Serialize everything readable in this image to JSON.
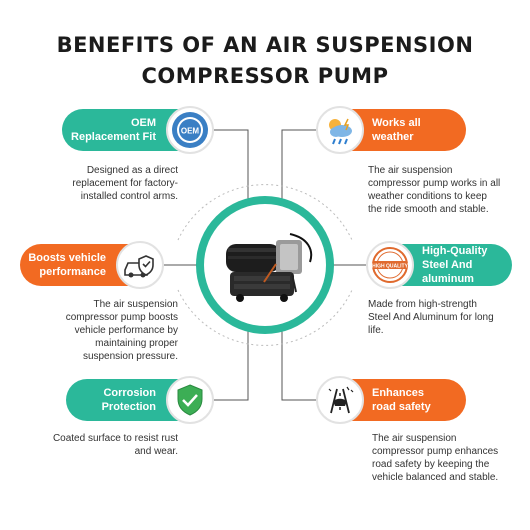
{
  "title": {
    "line1": "BENEFITS OF AN AIR SUSPENSION",
    "line2": "COMPRESSOR PUMP"
  },
  "colors": {
    "teal": "#2bb89a",
    "orange": "#f26a22",
    "text": "#222222",
    "line": "#555555"
  },
  "features": [
    {
      "title_line1": "OEM",
      "title_line2": "Replacement Fit",
      "icon": "oem-seal-icon",
      "badge_text": "OEM",
      "color": "teal",
      "desc": [
        "Designed as a direct",
        "replacement for factory-",
        "installed control arms."
      ]
    },
    {
      "title_line1": "Works all",
      "title_line2": "weather",
      "icon": "weather-icon",
      "color": "orange",
      "desc": [
        "The air suspension",
        "compressor pump works in all",
        "weather conditions to keep",
        "the ride smooth and stable."
      ]
    },
    {
      "title_line1": "Boosts vehicle",
      "title_line2": "performance",
      "icon": "car-shield-icon",
      "color": "orange",
      "desc": [
        "The air suspension",
        "compressor pump boosts",
        "vehicle performance by",
        "maintaining proper",
        "suspension pressure."
      ]
    },
    {
      "title_line1": "High-Quality",
      "title_line2": "Steel And",
      "title_line3": "aluminum",
      "icon": "quality-stamp-icon",
      "badge_text": "HIGH QUALITY",
      "color": "teal",
      "desc": [
        "Made from high-strength",
        "Steel And Aluminum for long",
        "life."
      ]
    },
    {
      "title_line1": "Corrosion",
      "title_line2": "Protection",
      "icon": "shield-check-icon",
      "color": "teal",
      "desc": [
        "Coated surface to resist rust",
        "and wear."
      ]
    },
    {
      "title_line1": "Enhances",
      "title_line2": "road safety",
      "icon": "road-safety-icon",
      "color": "orange",
      "desc": [
        "The air suspension",
        "compressor pump enhances",
        "road safety by keeping the",
        "vehicle balanced and stable."
      ]
    }
  ]
}
